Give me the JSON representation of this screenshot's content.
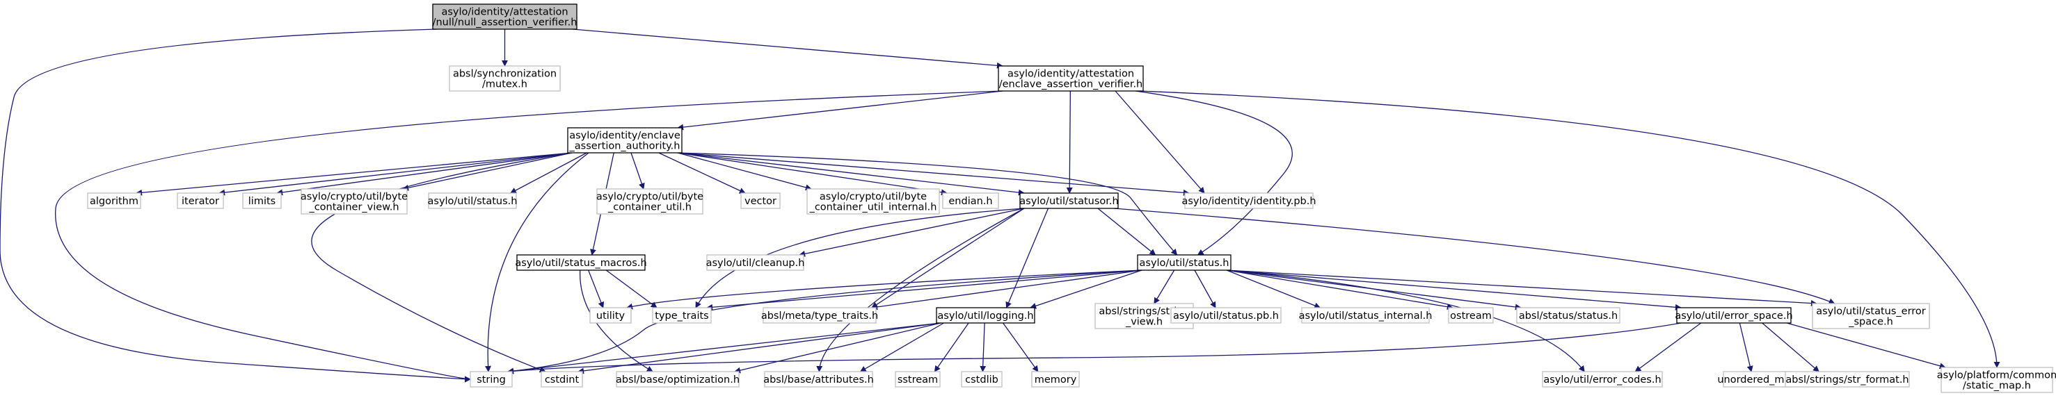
{
  "colors": {
    "edge": "#191970",
    "root_fill": "#bfbfbf",
    "ext_border": "#bfbfbf",
    "doc_border": "#000000"
  },
  "nodes": {
    "n_root": [
      "asylo/identity/attestation",
      "/null/null_assertion_verifier.h"
    ],
    "n_mutex": [
      "absl/synchronization",
      "/mutex.h"
    ],
    "n_eav": [
      "asylo/identity/attestation",
      "/enclave_assertion_verifier.h"
    ],
    "n_eaa": [
      "asylo/identity/enclave",
      "_assertion_authority.h"
    ],
    "n_algorithm": [
      "algorithm"
    ],
    "n_iterator": [
      "iterator"
    ],
    "n_limits": [
      "limits"
    ],
    "n_bcview": [
      "asylo/crypto/util/byte",
      "_container_view.h"
    ],
    "n_status_h1": [
      "asylo/util/status.h"
    ],
    "n_bcutil": [
      "asylo/crypto/util/byte",
      "_container_util.h"
    ],
    "n_vector": [
      "vector"
    ],
    "n_bcutilint": [
      "asylo/crypto/util/byte",
      "_container_util_internal.h"
    ],
    "n_endian": [
      "endian.h"
    ],
    "n_statusor": [
      "asylo/util/statusor.h"
    ],
    "n_identitypb": [
      "asylo/identity/identity.pb.h"
    ],
    "n_cleanup": [
      "asylo/util/cleanup.h"
    ],
    "n_status": [
      "asylo/util/status.h"
    ],
    "n_macros": [
      "asylo/util/status_macros.h"
    ],
    "n_utility": [
      "utility"
    ],
    "n_typetraits": [
      "type_traits"
    ],
    "n_metatt": [
      "absl/meta/type_traits.h"
    ],
    "n_logging": [
      "asylo/util/logging.h"
    ],
    "n_strview": [
      "absl/strings/string",
      "_view.h"
    ],
    "n_statuspb": [
      "asylo/util/status.pb.h"
    ],
    "n_statusint": [
      "asylo/util/status_internal.h"
    ],
    "n_ostream": [
      "ostream"
    ],
    "n_abslstatus": [
      "absl/status/status.h"
    ],
    "n_errspace": [
      "asylo/util/error_space.h"
    ],
    "n_errspaceint": [
      "asylo/util/status_error",
      "_space.h"
    ],
    "n_string": [
      "string"
    ],
    "n_cstdint": [
      "cstdint"
    ],
    "n_optim": [
      "absl/base/optimization.h"
    ],
    "n_attrs": [
      "absl/base/attributes.h"
    ],
    "n_sstream": [
      "sstream"
    ],
    "n_cstdlib": [
      "cstdlib"
    ],
    "n_memory": [
      "memory"
    ],
    "n_errcodes": [
      "asylo/util/error_codes.h"
    ],
    "n_umap": [
      "unordered_map"
    ],
    "n_strformat": [
      "absl/strings/str_format.h"
    ],
    "n_staticmap": [
      "asylo/platform/common",
      "/static_map.h"
    ]
  }
}
